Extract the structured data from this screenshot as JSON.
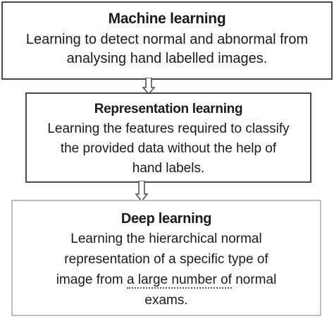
{
  "boxes": [
    {
      "title": "Machine learning",
      "lines": [
        "Learning to detect normal and abnormal from",
        "analysing hand labelled images."
      ]
    },
    {
      "title": "Representation learning",
      "lines": [
        "Learning the features required to classify",
        "the provided data without the help of",
        "hand labels."
      ]
    },
    {
      "title": "Deep learning",
      "lines": [
        "Learning the hierarchical normal",
        "representation of a specific type of"
      ],
      "line3_before": "image from ",
      "line3_underlined": "a large number of",
      "line3_after": " normal",
      "line4": "exams."
    }
  ],
  "arrows": [
    {
      "from": "Machine learning",
      "to": "Representation learning",
      "style": "hollow-down-arrow"
    },
    {
      "from": "Representation learning",
      "to": "Deep learning",
      "style": "hollow-down-arrow"
    }
  ],
  "colors": {
    "border_dark": "#4a4a4a",
    "border_light": "#bdbdbd",
    "text": "#1a1a1a"
  }
}
